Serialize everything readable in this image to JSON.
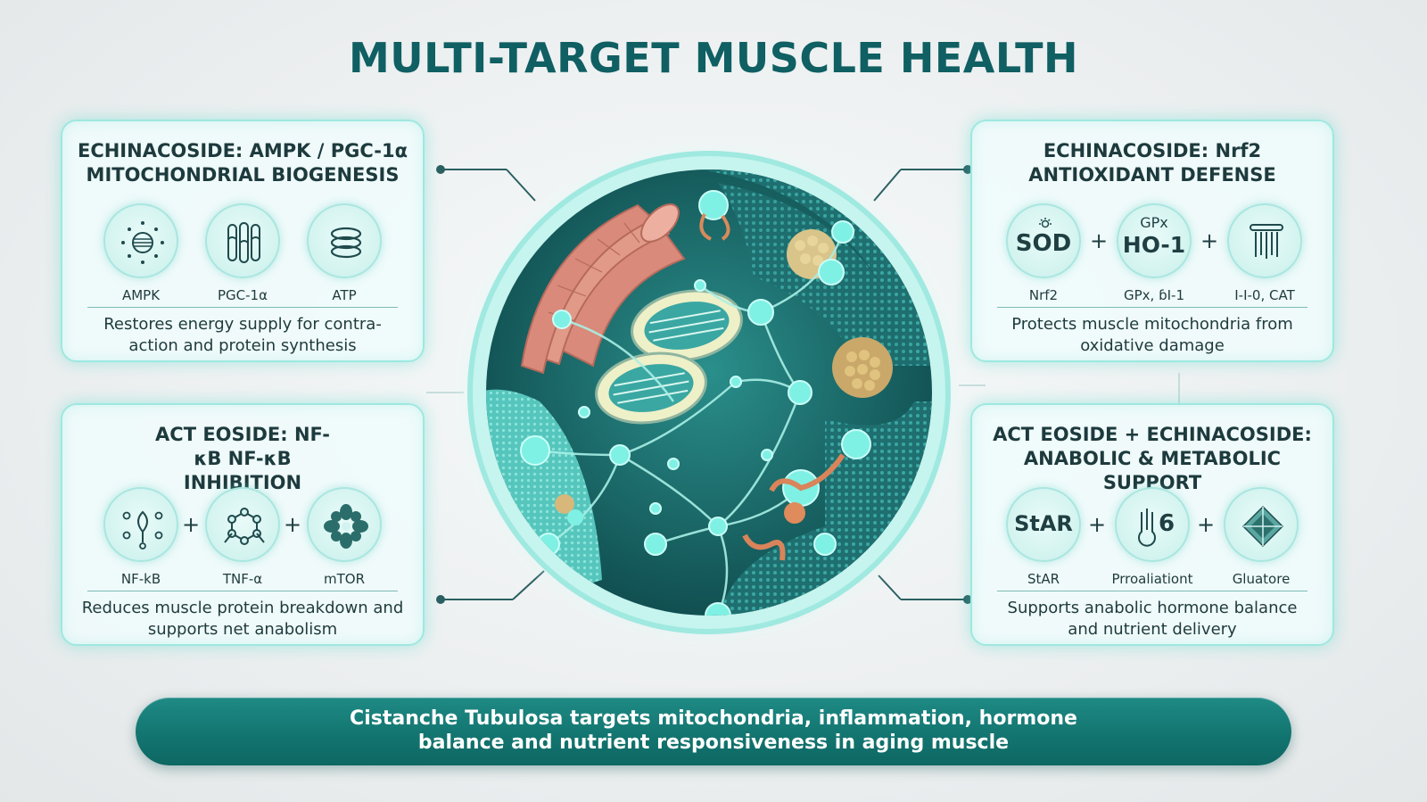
{
  "title": "MULTI-TARGET MUSCLE HEALTH",
  "panels": {
    "top_left": {
      "title": "ECHINACOSIDE: AMPK / PGC-1α MITOCHONDRIAL BIOGENESIS",
      "labels": [
        "AMPK",
        "PGC-1α",
        "ATP"
      ],
      "icon_names": [
        "sun-burst-icon",
        "mitochondria-icon",
        "atp-coil-icon"
      ],
      "description": "Restores energy supply for contra- action and protein synthesis"
    },
    "top_right": {
      "title": "ECHINACOSIDE: Nrf2 ANTIOXIDANT DEFENSE",
      "icon_texts": [
        "SOD",
        "GPx",
        "HO-1"
      ],
      "labels": [
        "Nrf2",
        "GPx, ɓI-1",
        "I-I-0, CAT"
      ],
      "icon_names": [
        "sod-icon",
        "gpx-ho1-icon",
        "catalase-icon"
      ],
      "plus": "+",
      "description": "Protects muscle mitochondria from oxidative damage"
    },
    "bottom_left": {
      "title": "ACT EOSIDE: NF-κB NF-κB INHIBITION",
      "labels": [
        "NF-kB",
        "TNF-α",
        "mTOR"
      ],
      "icon_names": [
        "nfkb-leaf-icon",
        "tnf-network-icon",
        "mtor-cluster-icon"
      ],
      "plus": "+",
      "description": "Reduces muscle protein breakdown and supports net anabolism"
    },
    "bottom_right": {
      "title": "ACT EOSIDE + ECHINACOSIDE: ANABOLIC & METABOLIC SUPPORT",
      "icon_texts": [
        "StAR",
        "6"
      ],
      "labels": [
        "StAR",
        "Prroaliationt",
        "Gluatore"
      ],
      "icon_names": [
        "star-text-icon",
        "thermometer-6-icon",
        "glucose-diamond-icon"
      ],
      "plus": "+",
      "description": "Supports anabolic hormone balance and nutrient delivery"
    }
  },
  "banner": "Cistanche Tubulosa targets mitochondria, inflammation, hormone balance and nutrient responsiveness in aging muscle",
  "colors": {
    "title": "#0f5f63",
    "panel_border": "#9ee8e0",
    "banner": "#137570",
    "muscle_fiber": "#d98a7a",
    "cell_teal": "#3fbfb6",
    "node": "#7ff0e4"
  }
}
